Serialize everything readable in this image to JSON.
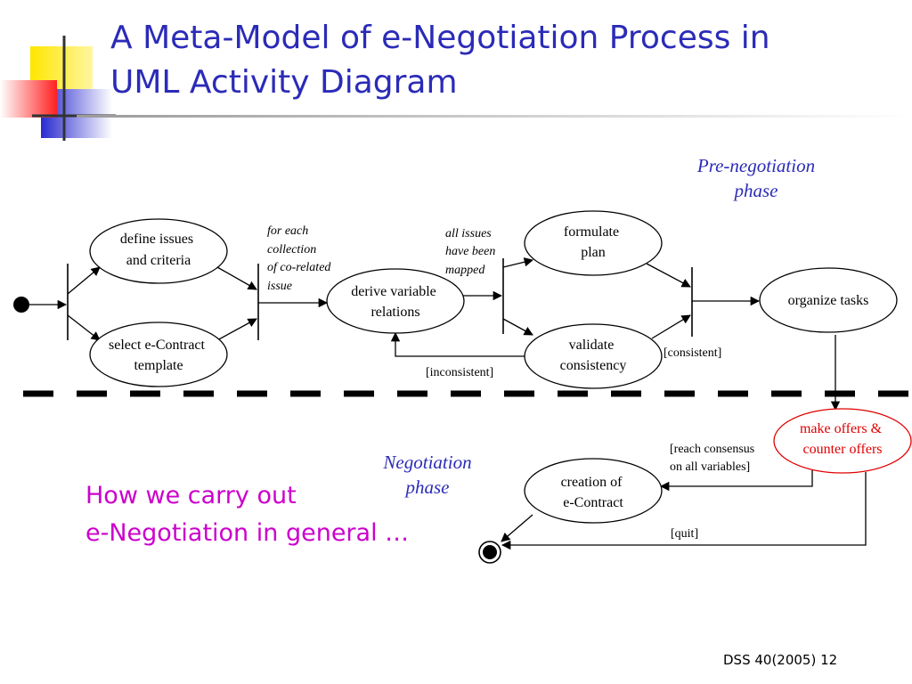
{
  "slide": {
    "title_line1": "A Meta-Model of e-Negotiation Process in",
    "title_line2": "UML Activity Diagram",
    "subtitle_line1": "How we carry out",
    "subtitle_line2": "e-Negotiation in general …",
    "footer": "DSS 40(2005) 12"
  },
  "phases": {
    "pre_line1": "Pre-negotiation",
    "pre_line2": "phase",
    "neg_line1": "Negotiation",
    "neg_line2": "phase"
  },
  "activities": {
    "define_issues": [
      "define issues",
      "and criteria"
    ],
    "select_contract": [
      "select e-Contract",
      "template"
    ],
    "derive_variable": [
      "derive variable",
      "relations"
    ],
    "formulate_plan": [
      "formulate",
      "plan"
    ],
    "validate_consistency": [
      "validate",
      "consistency"
    ],
    "organize_tasks": [
      "organize tasks"
    ],
    "make_offers": [
      "make offers &",
      "counter offers"
    ],
    "creation_contract": [
      "creation of",
      "e-Contract"
    ]
  },
  "annotations": {
    "for_each": [
      "for each",
      "collection",
      "of co-related",
      "issue"
    ],
    "all_issues": [
      "all issues",
      "have been",
      "mapped"
    ]
  },
  "guards": {
    "inconsistent": "[inconsistent]",
    "consistent": "[consistent]",
    "reach_consensus": [
      "[reach consensus",
      "on all variables]"
    ],
    "quit": "[quit]"
  },
  "colors": {
    "title": "#2b2bb8",
    "subtitle": "#cc00cc",
    "highlight": "#e00000"
  }
}
